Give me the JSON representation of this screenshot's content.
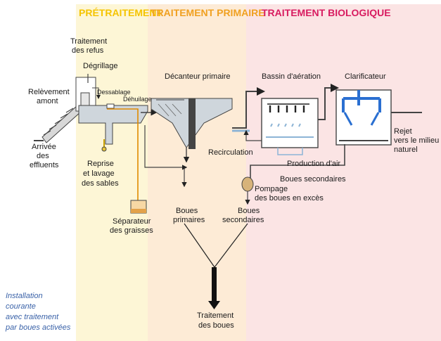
{
  "sections": {
    "pretraitement": {
      "title": "PRÉTRAITEMENT",
      "color": "#f5c400",
      "bg": "#fdf6d6"
    },
    "primaire": {
      "title": "TRAITEMENT PRIMAIRE",
      "color": "#f0a020",
      "bg": "#fdebd6"
    },
    "biologique": {
      "title": "TRAITEMENT BIOLOGIQUE",
      "color": "#d81b60",
      "bg": "#fbe4e4"
    }
  },
  "labels": {
    "releve1": "Relèvement",
    "releve2": "amont",
    "arrivee1": "Arrivée",
    "arrivee2": "des",
    "arrivee3": "effluents",
    "refus1": "Traitement",
    "refus2": "des refus",
    "degrillage": "Dégrillage",
    "dessablage": "Dessablage",
    "dehuilage": "Déhuilage",
    "reprise1": "Reprise",
    "reprise2": "et lavage",
    "reprise3": "des sables",
    "separ1": "Séparateur",
    "separ2": "des graisses",
    "decanteur": "Décanteur primaire",
    "recirculation": "Recirculation",
    "bp1": "Boues",
    "bp2": "primaires",
    "bs1": "Boues",
    "bs2": "secondaires",
    "bassin": "Bassin d'aération",
    "clarificateur": "Clarificateur",
    "production_air": "Production d'air",
    "boues_sec": "Boues secondaires",
    "pompage1": "Pompage",
    "pompage2": "des boues en excès",
    "rejet1": "Rejet",
    "rejet2": "vers le milieu",
    "rejet3": "naturel",
    "tb1": "Traitement",
    "tb2": "des boues"
  },
  "caption": {
    "l1": "Installation",
    "l2": "courante",
    "l3": "avec traitement",
    "l4": "par boues activées"
  }
}
